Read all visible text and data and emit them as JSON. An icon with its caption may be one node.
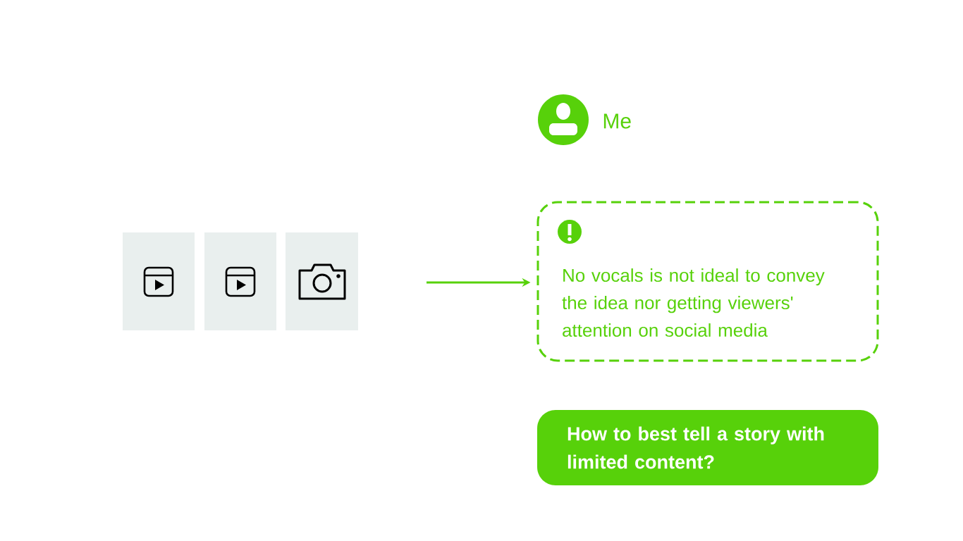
{
  "diagram": {
    "nodes": [
      {
        "text": [],
        "shape": "person",
        "beside": [
          "Me"
        ]
      },
      {
        "text": [
          "No vocals is not ideal to convey the idea nor getting viewers' attention on social media"
        ]
      },
      {
        "text": [
          "How to best tell a story with limited content?"
        ]
      },
      {
        "text": [],
        "shape": "box"
      },
      {
        "text": [],
        "shape": "box"
      },
      {
        "text": [],
        "shape": "box"
      }
    ],
    "edges": [
      {
        "from": null,
        "to": 1,
        "arrow": "to"
      }
    ]
  }
}
